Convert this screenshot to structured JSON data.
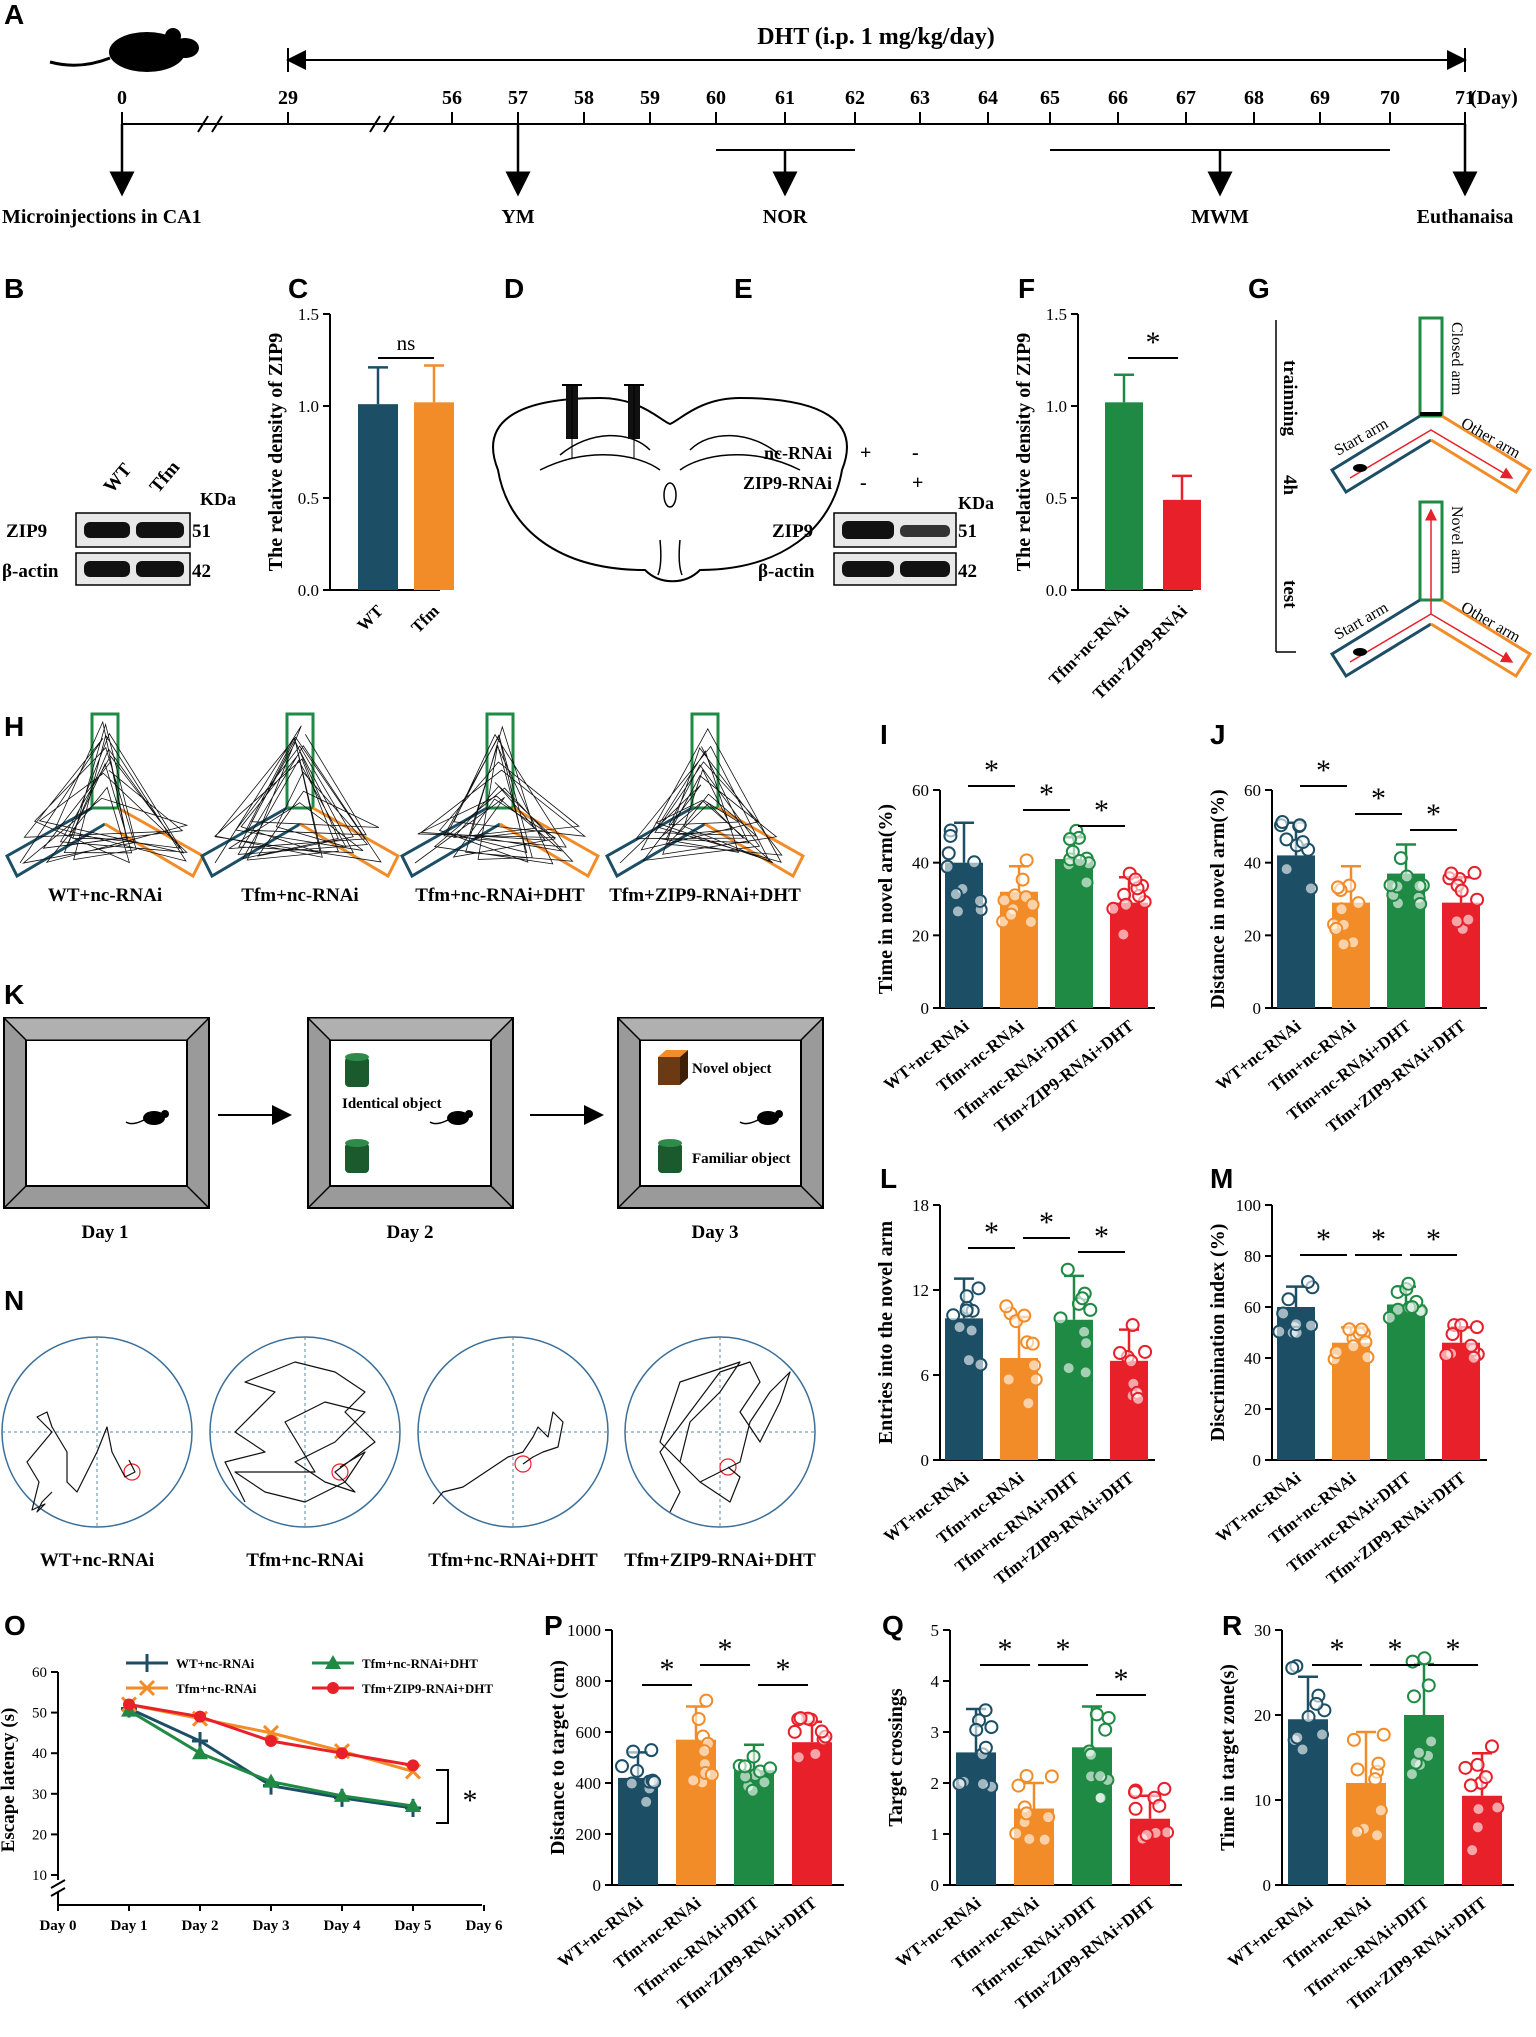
{
  "panels": {
    "A": "A",
    "B": "B",
    "C": "C",
    "D": "D",
    "E": "E",
    "F": "F",
    "G": "G",
    "H": "H",
    "I": "I",
    "J": "J",
    "K": "K",
    "L": "L",
    "M": "M",
    "N": "N",
    "O": "O",
    "P": "P",
    "Q": "Q",
    "R": "R"
  },
  "colors": {
    "wt": "#1c4f66",
    "tfm": "#f28c28",
    "dht": "#1f8a44",
    "zip9": "#e8202a"
  },
  "timeline": {
    "dht_label": "DHT (i.p. 1 mg/kg/day)",
    "days": [
      "0",
      "29",
      "56",
      "57",
      "58",
      "59",
      "60",
      "61",
      "62",
      "63",
      "64",
      "65",
      "66",
      "67",
      "68",
      "69",
      "70",
      "71"
    ],
    "day_unit": "(Day)",
    "events": [
      "Microinjections in CA1",
      "YM",
      "NOR",
      "MWM",
      "Euthanaisa"
    ]
  },
  "western_B": {
    "lanes": [
      "WT",
      "Tfm"
    ],
    "kda": "KDa",
    "rows": [
      "ZIP9",
      "β-actin"
    ],
    "sizes": [
      "51",
      "42"
    ]
  },
  "western_E": {
    "cond_rows": [
      "nc-RNAi",
      "ZIP9-RNAi"
    ],
    "signs": [
      [
        "+",
        "-"
      ],
      [
        "-",
        "+"
      ]
    ],
    "kda": "KDa",
    "rows": [
      "ZIP9",
      "β-actin"
    ],
    "sizes": [
      "51",
      "42"
    ]
  },
  "ymaze_G": {
    "phases": [
      "trainning",
      "test"
    ],
    "interval": "4h",
    "arms_train": [
      "Start arm",
      "Closed arm",
      "Other arm"
    ],
    "arms_test": [
      "Start arm",
      "Novel arm",
      "Other arm"
    ]
  },
  "groups4": [
    "WT+nc-RNAi",
    "Tfm+nc-RNAi",
    "Tfm+nc-RNAi+DHT",
    "Tfm+ZIP9-RNAi+DHT"
  ],
  "nor_K": {
    "days": [
      "Day 1",
      "Day 2",
      "Day 3"
    ],
    "labels": [
      "Identical object",
      "Novel object",
      "Familiar object"
    ]
  },
  "sig": {
    "ns": "ns",
    "star": "*"
  },
  "chart_data": [
    {
      "id": "C",
      "type": "bar",
      "ylabel": "The relative density of ZIP9",
      "categories": [
        "WT",
        "Tfm"
      ],
      "values": [
        1.01,
        1.02
      ],
      "errors": [
        0.2,
        0.2
      ],
      "ylim": [
        0,
        1.5
      ],
      "yticks": [
        "0.0",
        "0.5",
        "1.0",
        "1.5"
      ]
    },
    {
      "id": "F",
      "type": "bar",
      "ylabel": "The relative density of ZIP9",
      "categories": [
        "Tfm+nc-RNAi",
        "Tfm+ZIP9-RNAi"
      ],
      "values": [
        1.02,
        0.49
      ],
      "errors": [
        0.15,
        0.13
      ],
      "ylim": [
        0,
        1.5
      ],
      "yticks": [
        "0.0",
        "0.5",
        "1.0",
        "1.5"
      ]
    },
    {
      "id": "I",
      "type": "bar",
      "ylabel": "Time in novel arm(%)",
      "categories": [
        "WT+nc-RNAi",
        "Tfm+nc-RNAi",
        "Tfm+nc-RNAi+DHT",
        "Tfm+ZIP9-RNAi+DHT"
      ],
      "values": [
        40,
        32,
        41,
        29
      ],
      "errors": [
        11,
        7,
        6,
        7
      ],
      "ylim": [
        0,
        60
      ],
      "yticks": [
        "0",
        "20",
        "40",
        "60"
      ]
    },
    {
      "id": "J",
      "type": "bar",
      "ylabel": "Distance in novel arm(%)",
      "categories": [
        "WT+nc-RNAi",
        "Tfm+nc-RNAi",
        "Tfm+nc-RNAi+DHT",
        "Tfm+ZIP9-RNAi+DHT"
      ],
      "values": [
        42,
        29,
        37,
        29
      ],
      "errors": [
        9,
        10,
        8,
        7
      ],
      "ylim": [
        0,
        60
      ],
      "yticks": [
        "0",
        "20",
        "40",
        "60"
      ]
    },
    {
      "id": "L",
      "type": "bar",
      "ylabel": "Entries into the novel arm",
      "categories": [
        "WT+nc-RNAi",
        "Tfm+nc-RNAi",
        "Tfm+nc-RNAi+DHT",
        "Tfm+ZIP9-RNAi+DHT"
      ],
      "values": [
        10,
        7.2,
        9.9,
        7
      ],
      "errors": [
        2.8,
        2.9,
        3.1,
        2.2
      ],
      "ylim": [
        0,
        18
      ],
      "yticks": [
        "0",
        "6",
        "12",
        "18"
      ]
    },
    {
      "id": "M",
      "type": "bar",
      "ylabel": "Discrimination index (%)",
      "categories": [
        "WT+nc-RNAi",
        "Tfm+nc-RNAi",
        "Tfm+nc-RNAi+DHT",
        "Tfm+ZIP9-RNAi+DHT"
      ],
      "values": [
        60,
        46,
        61,
        46
      ],
      "errors": [
        8,
        6,
        7,
        6
      ],
      "ylim": [
        0,
        100
      ],
      "yticks": [
        "0",
        "20",
        "40",
        "60",
        "80",
        "100"
      ]
    },
    {
      "id": "O",
      "type": "line",
      "ylabel": "Escape latency (s)",
      "xticks": [
        "Day 0",
        "Day 1",
        "Day 2",
        "Day 3",
        "Day 4",
        "Day 5",
        "Day 6"
      ],
      "yticks": [
        "10",
        "20",
        "30",
        "40",
        "50",
        "60"
      ],
      "ylim": [
        10,
        60
      ],
      "series": [
        {
          "name": "WT+nc-RNAi",
          "color": "#1c4f66",
          "marker": "plus",
          "x": [
            1,
            2,
            3,
            4,
            5
          ],
          "y": [
            51,
            43,
            32,
            29,
            26.5
          ]
        },
        {
          "name": "Tfm+nc-RNAi",
          "color": "#f28c28",
          "marker": "x",
          "x": [
            1,
            2,
            3,
            4,
            5
          ],
          "y": [
            52,
            48.5,
            45,
            40.5,
            35.5
          ]
        },
        {
          "name": "Tfm+nc-RNAi+DHT",
          "color": "#1f8a44",
          "marker": "triangle",
          "x": [
            1,
            2,
            3,
            4,
            5
          ],
          "y": [
            50.5,
            40,
            33,
            29.5,
            27
          ]
        },
        {
          "name": "Tfm+ZIP9-RNAi+DHT",
          "color": "#e8202a",
          "marker": "circle",
          "x": [
            1,
            2,
            3,
            4,
            5
          ],
          "y": [
            52,
            49,
            43,
            40,
            37
          ]
        }
      ]
    },
    {
      "id": "P",
      "type": "bar",
      "ylabel": "Distance to target (cm)",
      "categories": [
        "WT+nc-RNAi",
        "Tfm+nc-RNAi",
        "Tfm+nc-RNAi+DHT",
        "Tfm+ZIP9-RNAi+DHT"
      ],
      "values": [
        420,
        570,
        450,
        560
      ],
      "errors": [
        100,
        130,
        100,
        80
      ],
      "ylim": [
        0,
        1000
      ],
      "yticks": [
        "0",
        "200",
        "400",
        "600",
        "800",
        "1000"
      ]
    },
    {
      "id": "Q",
      "type": "bar",
      "ylabel": "Target crossings",
      "categories": [
        "WT+nc-RNAi",
        "Tfm+nc-RNAi",
        "Tfm+nc-RNAi+DHT",
        "Tfm+ZIP9-RNAi+DHT"
      ],
      "values": [
        2.6,
        1.5,
        2.7,
        1.3
      ],
      "errors": [
        0.85,
        0.5,
        0.8,
        0.45
      ],
      "ylim": [
        0,
        5
      ],
      "yticks": [
        "0",
        "1",
        "2",
        "3",
        "4",
        "5"
      ]
    },
    {
      "id": "R",
      "type": "bar",
      "ylabel": "Time in target zone(s)",
      "categories": [
        "WT+nc-RNAi",
        "Tfm+nc-RNAi",
        "Tfm+nc-RNAi+DHT",
        "Tfm+ZIP9-RNAi+DHT"
      ],
      "values": [
        19.5,
        12,
        20,
        10.5
      ],
      "errors": [
        5,
        6,
        6,
        5
      ],
      "ylim": [
        0,
        30
      ],
      "yticks": [
        "0",
        "10",
        "20",
        "30"
      ]
    }
  ]
}
